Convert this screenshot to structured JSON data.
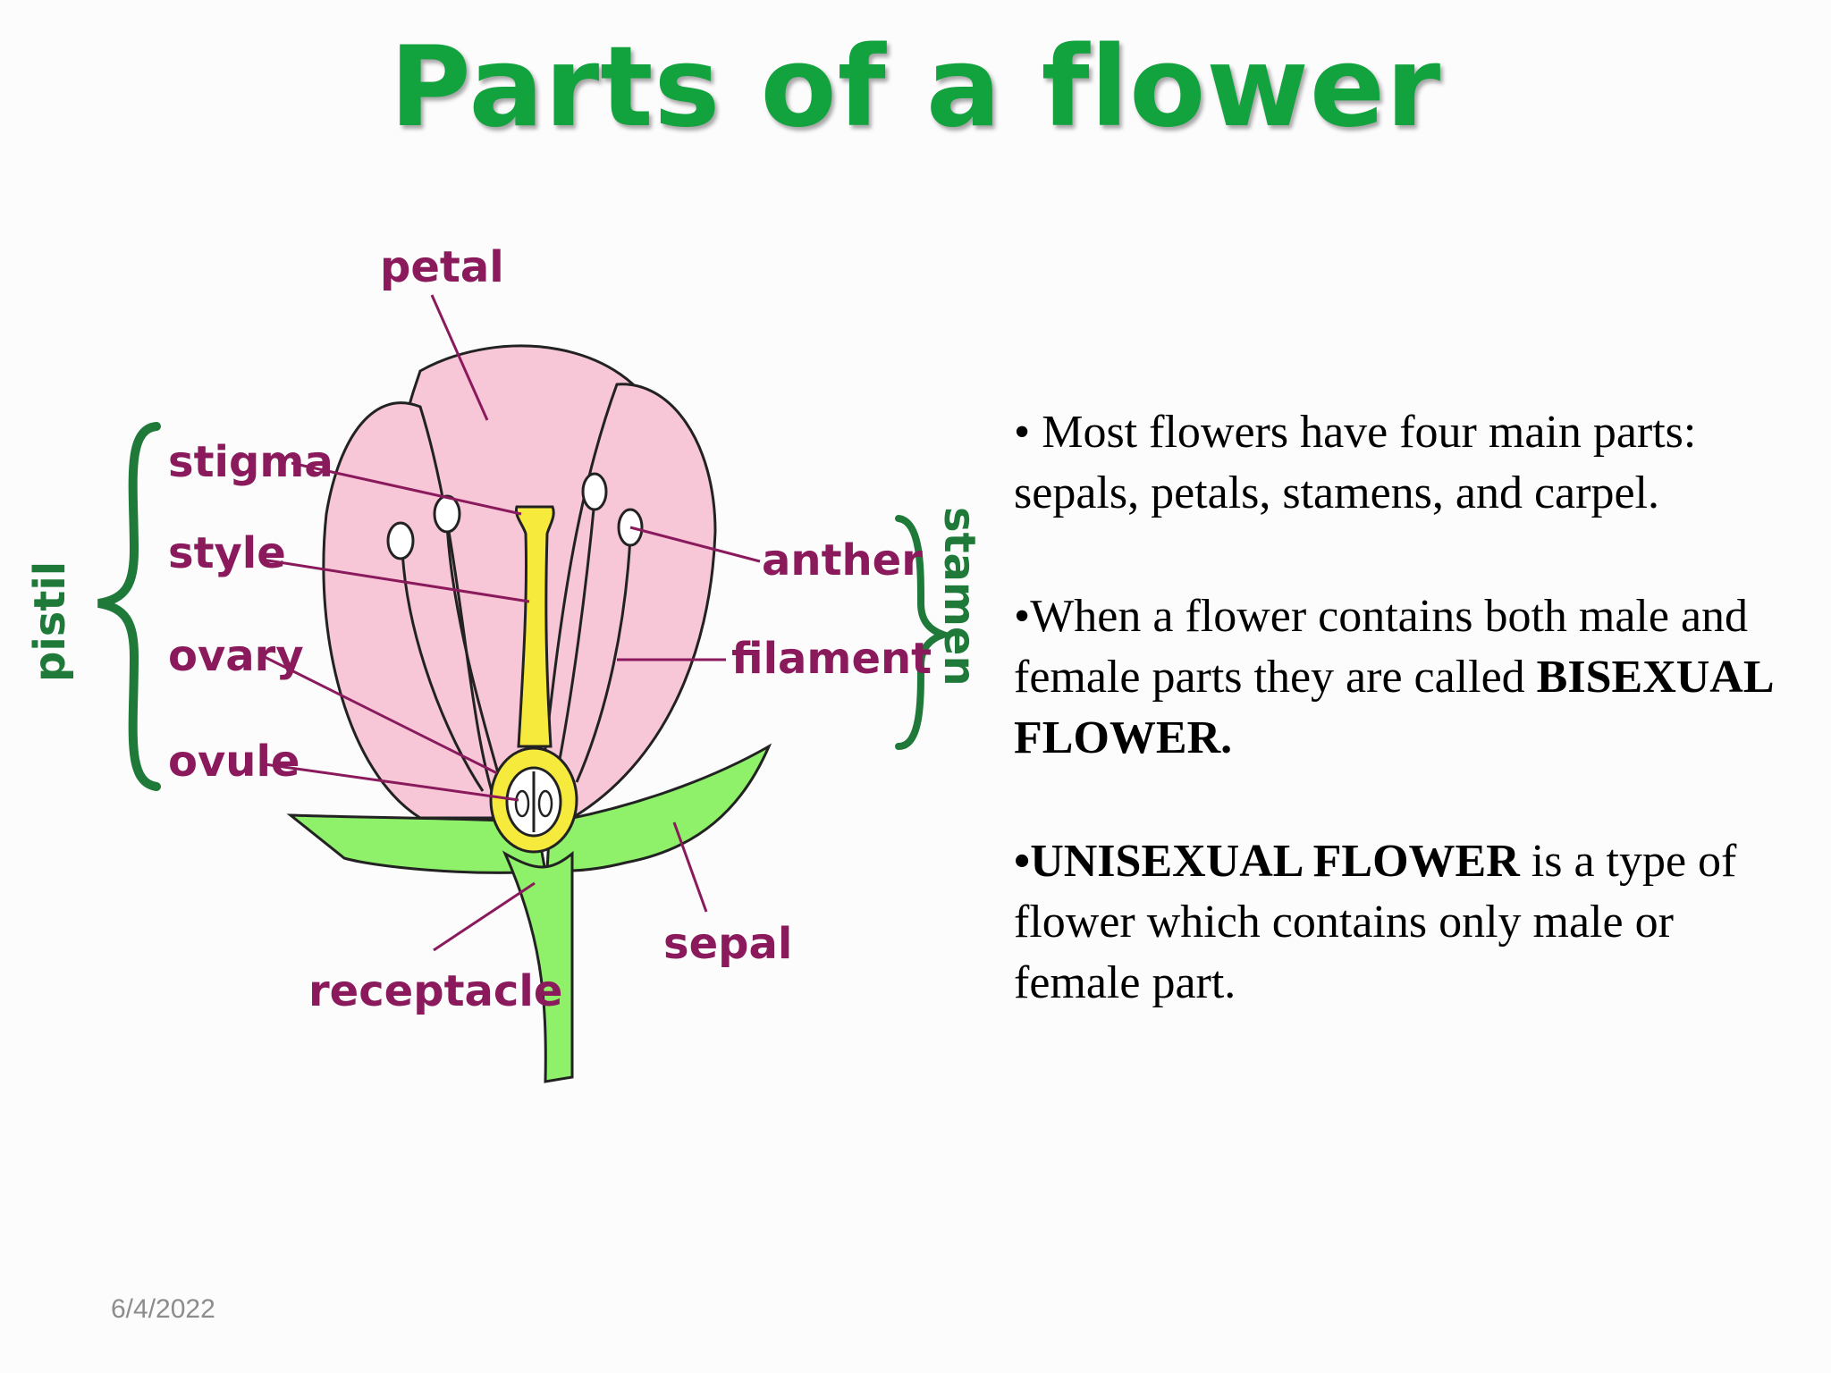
{
  "title": "Parts of a flower",
  "diagram": {
    "labels": {
      "petal": "petal",
      "stigma": "stigma",
      "style": "style",
      "ovary": "ovary",
      "ovule": "ovule",
      "anther": "anther",
      "filament": "filament",
      "sepal": "sepal",
      "receptacle": "receptacle",
      "pistil": "pistil",
      "stamen": "stamen"
    },
    "colors": {
      "petal": "#f7c7d8",
      "stigma_style": "#f6ea3c",
      "sepal_stem": "#8ff06a",
      "label": "#8a1a5c",
      "bracket": "#1f7a3a"
    }
  },
  "text": {
    "p1": "• Most flowers have four main parts: sepals, petals, stamens, and carpel.",
    "p2_pre": "•When a flower contains both male and female parts they are called ",
    "p2_bold": "BISEXUAL FLOWER.",
    "p3_bold": "•UNISEXUAL FLOWER",
    "p3_post": " is a type of flower which contains only male or female part."
  },
  "footer": {
    "date": "6/4/2022"
  }
}
